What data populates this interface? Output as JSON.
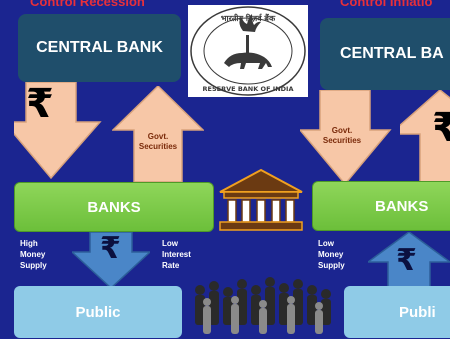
{
  "header": {
    "left_title": "Control Recession",
    "right_title": "Control Inflatio"
  },
  "left": {
    "central_bank": "CENTRAL BANK",
    "securities_line1": "Govt.",
    "securities_line2": "Securities",
    "banks": "BANKS",
    "note_line1": "High",
    "note_line2": "Money",
    "note_line3": "Supply",
    "rate_line1": "Low",
    "rate_line2": "Interest",
    "rate_line3": "Rate",
    "public": "Public"
  },
  "right": {
    "central_bank": "CENTRAL BA",
    "securities_line1": "Govt.",
    "securities_line2": "Securities",
    "banks": "BANKS",
    "note_line1": "Low",
    "note_line2": "Money",
    "note_line3": "Supply",
    "public": "Publi"
  },
  "seal": {
    "top_text": "भारतीय रिज़र्व बैंक",
    "bottom_text": "RESERVE BANK OF INDIA"
  },
  "symbols": {
    "currency": "₹",
    "bank_building": "bank-building-icon",
    "crowd": "crowd-icon"
  },
  "colors": {
    "background": "#1b2590",
    "central_bank": "#1f4e6b",
    "banks": "#6cbf3a",
    "public": "#8fcbe7",
    "peach_arrow": "#f7c7a7",
    "blue_arrow": "#4a86c8",
    "title": "#e8303a"
  }
}
